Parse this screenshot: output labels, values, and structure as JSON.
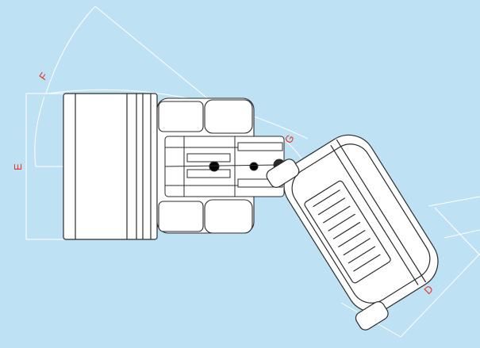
{
  "colors": {
    "background": "#bfe1f4",
    "machine_fill": "#ffffff",
    "outline": "#2b2b2b",
    "dimension_line": "#ffffff",
    "label": "#e8331f"
  },
  "labels": {
    "d": "D",
    "e": "E",
    "f": "F",
    "g": "G"
  }
}
